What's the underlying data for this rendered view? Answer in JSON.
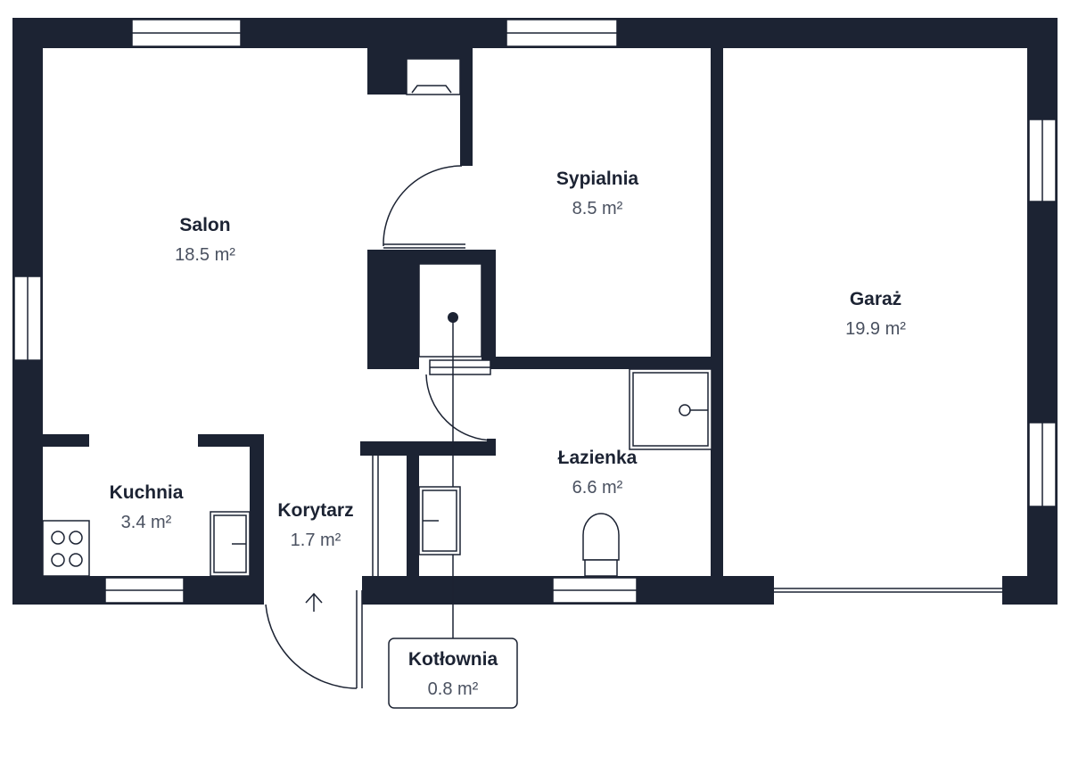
{
  "colors": {
    "wall": "#1c2333",
    "background": "#ffffff",
    "area_text": "#4a5160"
  },
  "rooms": {
    "salon": {
      "name": "Salon",
      "area": "18.5 m²"
    },
    "sypialnia": {
      "name": "Sypialnia",
      "area": "8.5 m²"
    },
    "garaz": {
      "name": "Garaż",
      "area": "19.9 m²"
    },
    "kuchnia": {
      "name": "Kuchnia",
      "area": "3.4 m²"
    },
    "korytarz": {
      "name": "Korytarz",
      "area": "1.7 m²"
    },
    "lazienka": {
      "name": "Łazienka",
      "area": "6.6 m²"
    },
    "kotlownia": {
      "name": "Kotłownia",
      "area": "0.8 m²"
    }
  },
  "icons": [
    "stove-icon",
    "sink-icon",
    "shower-icon",
    "toilet-icon",
    "entrance-arrow-icon",
    "boiler-icon"
  ]
}
